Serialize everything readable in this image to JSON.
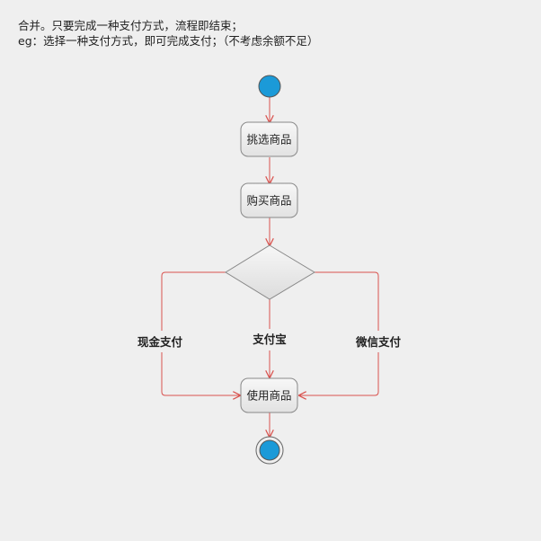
{
  "notes": {
    "line1": "合并。只要完成一种支付方式，流程即结束；",
    "line2": "eg：选择一种支付方式，即可完成支付；（不考虑余额不足）"
  },
  "diagram": {
    "activities": {
      "select": "挑选商品",
      "buy": "购买商品",
      "use": "使用商品"
    },
    "branches": {
      "cash": "现金支付",
      "alipay": "支付宝",
      "wechat": "微信支付"
    },
    "colors": {
      "start_fill": "#1b9ad8",
      "flow_line": "#d9534f",
      "activity_fill": "#ececec",
      "activity_stroke": "#888888"
    }
  }
}
